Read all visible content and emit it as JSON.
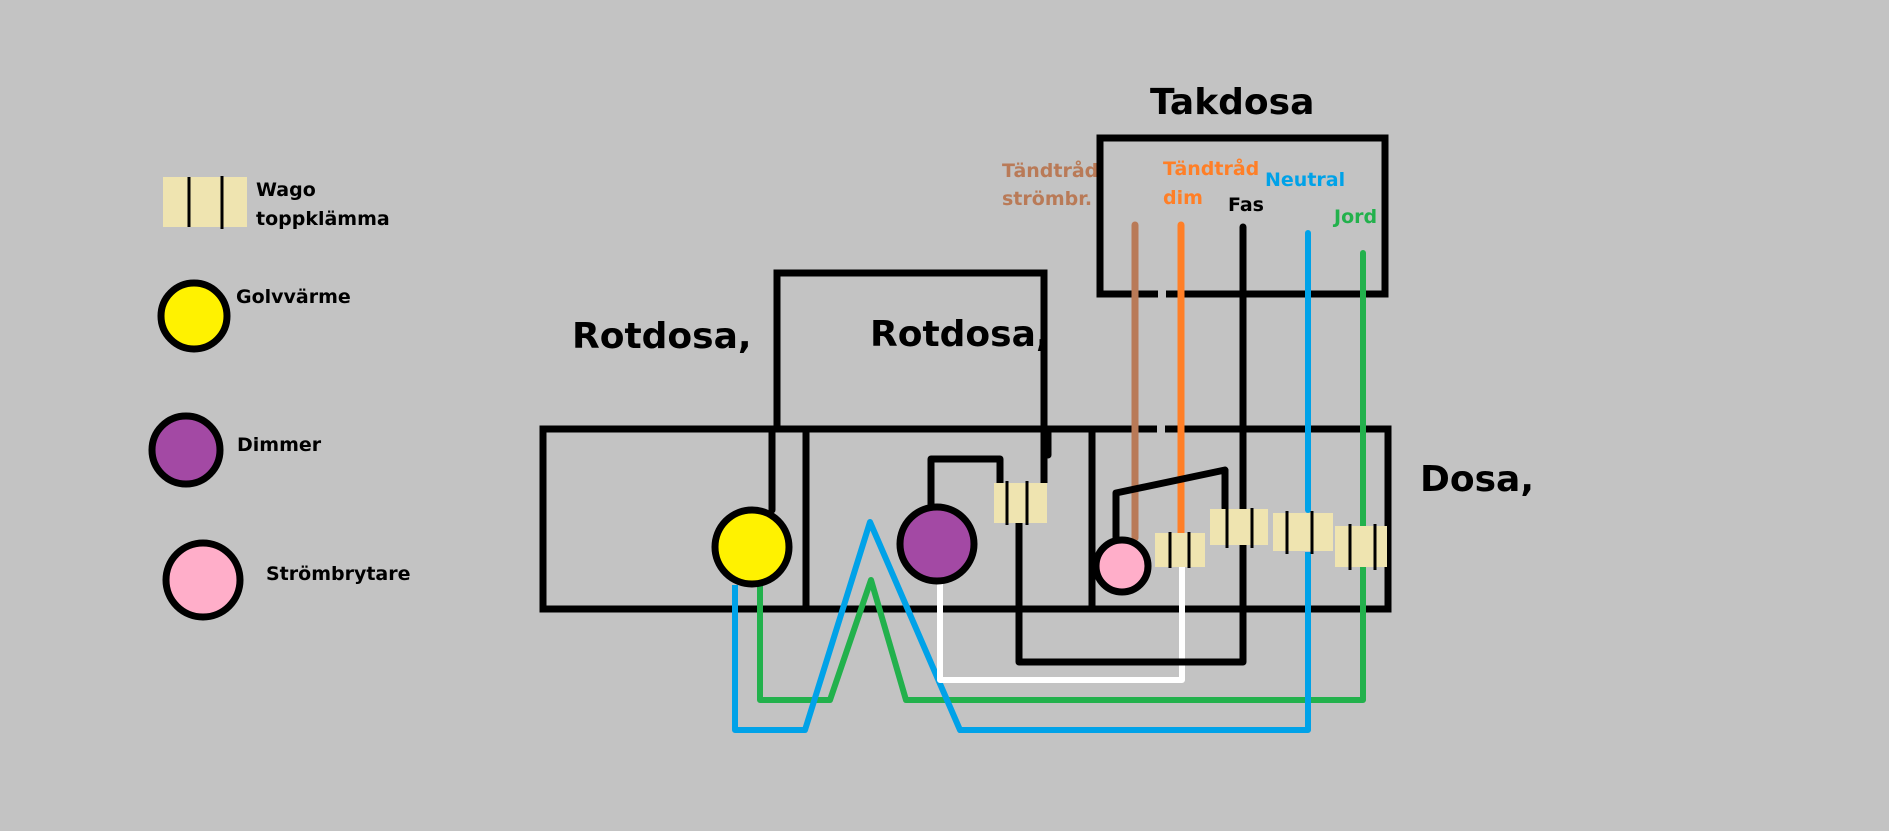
{
  "legend": {
    "items": [
      {
        "symbol": "wago-terminal",
        "label_lines": [
          "Wago",
          "toppklämma"
        ],
        "color": "#efe4b0"
      },
      {
        "symbol": "circle",
        "label": "Golvvärme",
        "color": "#fff200"
      },
      {
        "symbol": "circle",
        "label": "Dimmer",
        "color": "#a349a4"
      },
      {
        "symbol": "circle",
        "label": "Strömbrytare",
        "color": "#ffaec9"
      }
    ]
  },
  "boxes": {
    "takdosa": "Takdosa",
    "rotdosa_left": "Rotdosa,",
    "rotdosa_right": "Rotdosa,",
    "dosa": "Dosa,"
  },
  "wires": {
    "tandtrad_strombr": {
      "label_lines": [
        "Tändtråd",
        "strömbr."
      ],
      "color": "#b97a57"
    },
    "tandtrad_dim": {
      "label_lines": [
        "Tändtråd",
        "dim"
      ],
      "color": "#ff7f27"
    },
    "fas": {
      "label": "Fas",
      "color": "#000000"
    },
    "neutral": {
      "label": "Neutral",
      "color": "#00a2e8"
    },
    "jord": {
      "label": "Jord",
      "color": "#22b14c"
    },
    "switched_return": {
      "color": "#ffffff"
    }
  },
  "colors": {
    "background": "#c3c3c3",
    "outline": "#000000",
    "wago": "#efe4b0"
  }
}
